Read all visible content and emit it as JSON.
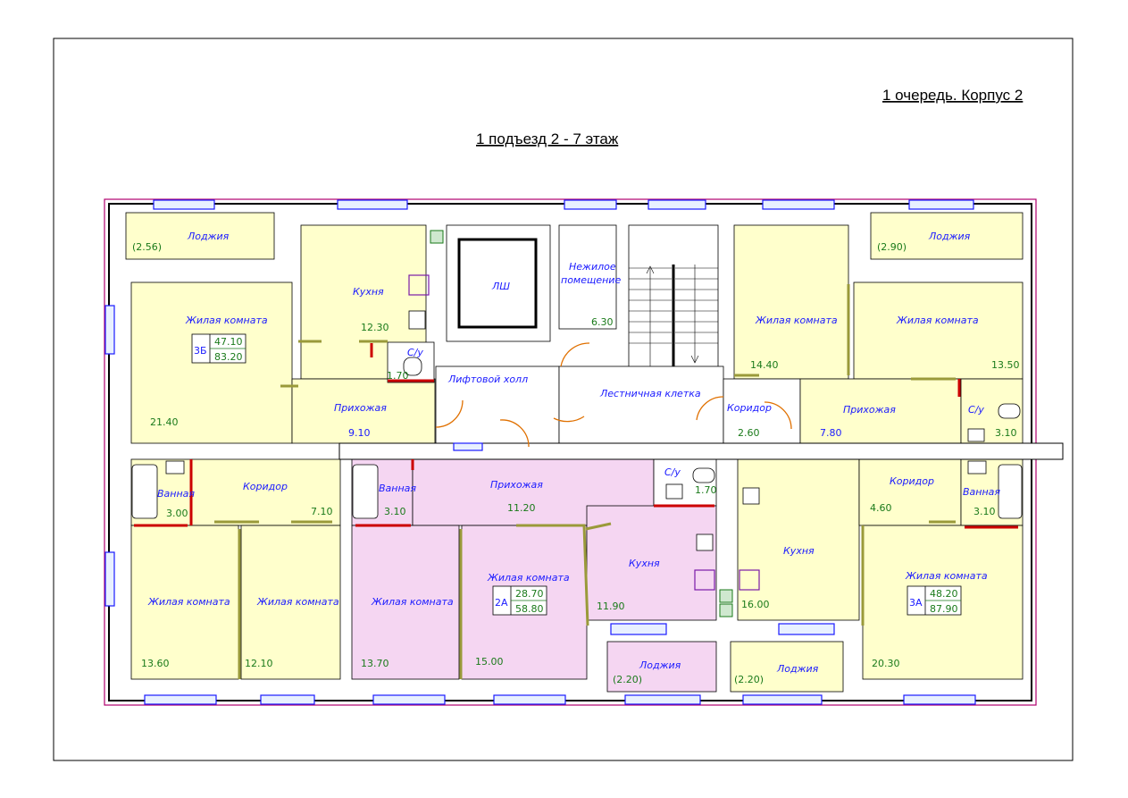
{
  "titles": {
    "queue": "1 очередь. Корпус 2",
    "entrance": "1 подъезд   2 - 7 этаж"
  },
  "apartments": [
    {
      "code": "3Б",
      "area_living": "47.10",
      "area_total": "83.20"
    },
    {
      "code": "2А",
      "area_living": "28.70",
      "area_total": "58.80"
    },
    {
      "code": "3А",
      "area_living": "48.20",
      "area_total": "87.90"
    }
  ],
  "rooms": {
    "loggia_l_top": {
      "name": "Лоджия",
      "area": "(2.56)"
    },
    "kitchen_l": {
      "name": "Кухня",
      "area": "12.30"
    },
    "wc_l": {
      "name": "С/у",
      "area": "1.70"
    },
    "living_3b": {
      "name": "Жилая комната",
      "area": "21.40"
    },
    "hall_l": {
      "name": "Прихожая",
      "area": "9.10"
    },
    "bath_l": {
      "name": "Ванная",
      "area": "3.00"
    },
    "corridor_l": {
      "name": "Коридор",
      "area": "7.10"
    },
    "living_l1": {
      "name": "Жилая комната",
      "area": "13.60"
    },
    "living_l2": {
      "name": "Жилая комната",
      "area": "12.10"
    },
    "lift": {
      "name": "ЛШ"
    },
    "nonres": {
      "name_1": "Нежилое",
      "name_2": "помещение",
      "area": "6.30"
    },
    "lift_hall": {
      "name": "Лифтовой холл"
    },
    "stair": {
      "name": "Лестничная клетка"
    },
    "bath_2a": {
      "name": "Ванная",
      "area": "3.10"
    },
    "hall_2a": {
      "name": "Прихожая",
      "area": "11.20"
    },
    "wc_2a": {
      "name": "С/у",
      "area": "1.70"
    },
    "living_2a_1": {
      "name": "Жилая комната",
      "area": "13.70"
    },
    "living_2a_2": {
      "name": "Жилая комната",
      "area": "15.00"
    },
    "kitchen_2a": {
      "name": "Кухня",
      "area": "11.90"
    },
    "loggia_2a": {
      "name": "Лоджия",
      "area": "(2.20)"
    },
    "corridor_c": {
      "name": "Коридор",
      "area": "2.60"
    },
    "loggia_r_top": {
      "name": "Лоджия",
      "area": "(2.90)"
    },
    "living_r1": {
      "name": "Жилая комната",
      "area": "14.40"
    },
    "living_r2": {
      "name": "Жилая комната",
      "area": "13.50"
    },
    "hall_r": {
      "name": "Прихожая",
      "area": "7.80"
    },
    "wc_r": {
      "name": "С/у",
      "area": "3.10"
    },
    "corridor_r": {
      "name": "Коридор",
      "area": "4.60"
    },
    "bath_r": {
      "name": "Ванная",
      "area": "3.10"
    },
    "kitchen_r": {
      "name": "Кухня",
      "area": "16.00"
    },
    "living_3a": {
      "name": "Жилая комната",
      "area": "20.30"
    },
    "loggia_r_bot": {
      "name": "Лоджия",
      "area": "(2.20)"
    }
  }
}
